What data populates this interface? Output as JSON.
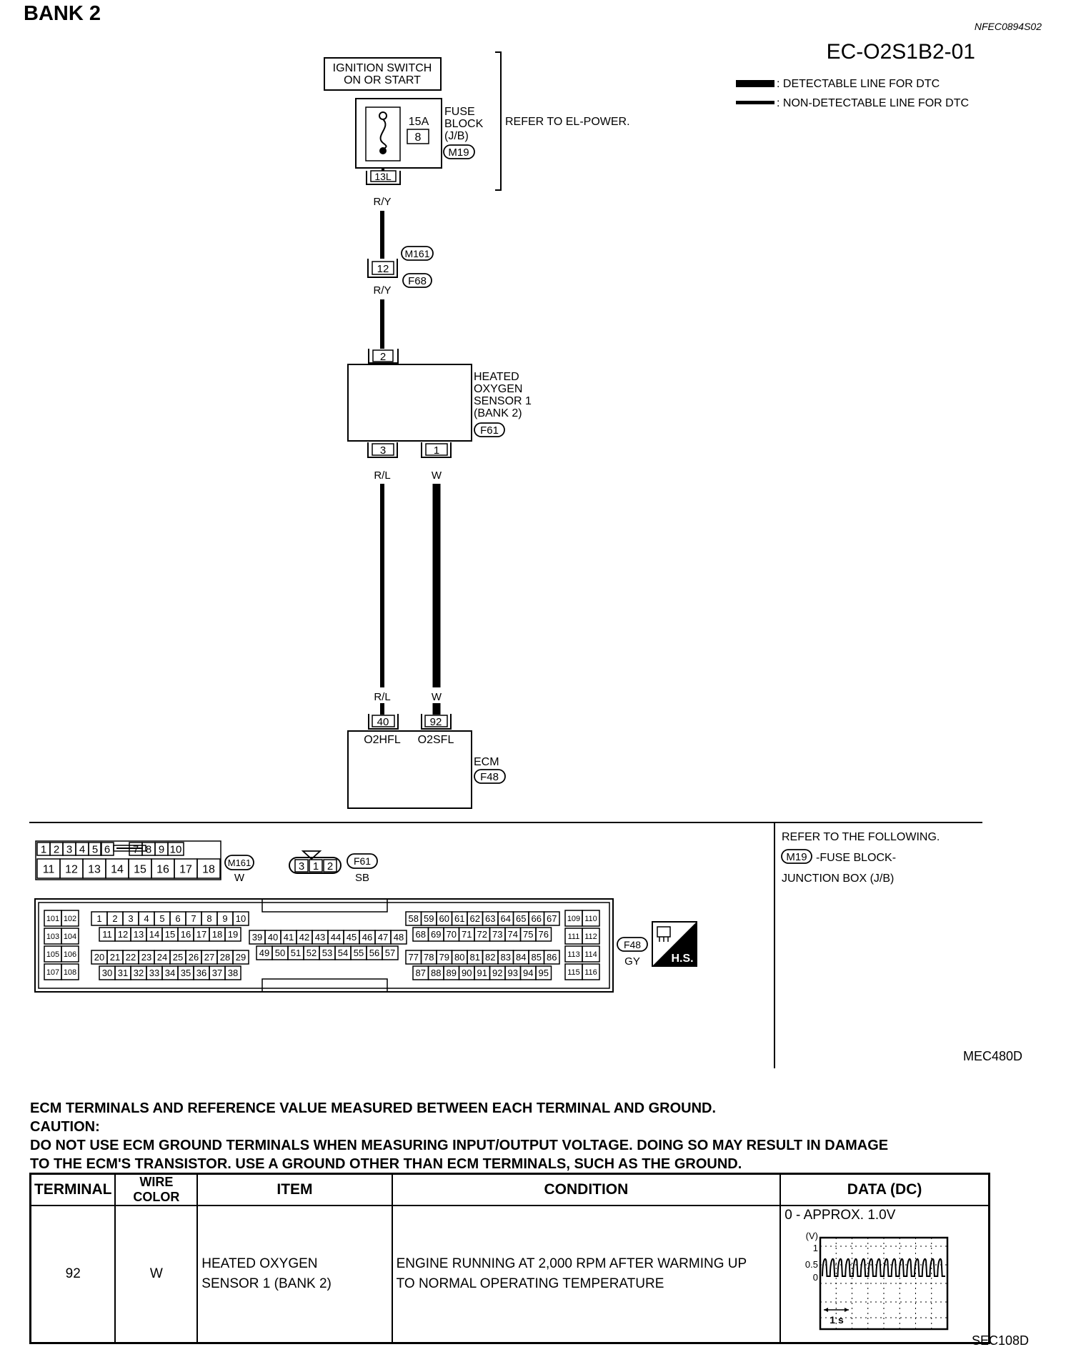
{
  "page_title": "BANK 2",
  "section_code": "NFEC0894S02",
  "diagram_id": "EC-O2S1B2-01",
  "legend": {
    "detectable": ": DETECTABLE LINE FOR DTC",
    "non_detectable": ": NON-DETECTABLE LINE FOR DTC"
  },
  "ignition": {
    "line1": "IGNITION SWITCH",
    "line2": "ON OR START"
  },
  "fuse": {
    "rating": "15A",
    "number": "8",
    "label_lines": [
      "FUSE",
      "BLOCK",
      "(J/B)"
    ],
    "connector": "M19",
    "terminal": "13L",
    "refer": "REFER TO EL-POWER."
  },
  "wires": {
    "fuse_out": "R/Y",
    "joint_out": "R/Y",
    "sensor3": "R/L",
    "sensor1": "W",
    "ecm40": "R/L",
    "ecm92": "W"
  },
  "joint": {
    "terminal": "12",
    "connector_top": "M161",
    "connector_bottom": "F68"
  },
  "sensor": {
    "label_lines": [
      "HEATED",
      "OXYGEN",
      "SENSOR 1",
      "(BANK 2)"
    ],
    "connector": "F61",
    "pin_top": "2",
    "pin_left": "3",
    "pin_right": "1"
  },
  "ecm": {
    "pin_left": "40",
    "pin_right": "92",
    "name_left": "O2HFL",
    "name_right": "O2SFL",
    "label": "ECM",
    "connector": "F48"
  },
  "connectors": {
    "m161": {
      "top_row": [
        "1",
        "2",
        "3",
        "4",
        "5",
        "6",
        "7",
        "8",
        "9",
        "10"
      ],
      "bottom_row": [
        "11",
        "12",
        "13",
        "14",
        "15",
        "16",
        "17",
        "18"
      ],
      "id": "M161",
      "color": "W"
    },
    "f61": {
      "pins": [
        "3",
        "1",
        "2"
      ],
      "id": "F61",
      "color": "SB"
    },
    "f48": {
      "id": "F48",
      "color": "GY",
      "left_col": [
        "101",
        "102",
        "103",
        "104",
        "105",
        "106",
        "107",
        "108"
      ],
      "right_col": [
        "109",
        "110",
        "111",
        "112",
        "113",
        "114",
        "115",
        "116"
      ],
      "blockA_r1": [
        "1",
        "2",
        "3",
        "4",
        "5",
        "6",
        "7",
        "8",
        "9",
        "10"
      ],
      "blockA_r2": [
        "11",
        "12",
        "13",
        "14",
        "15",
        "16",
        "17",
        "18",
        "19"
      ],
      "blockA_r3": [
        "20",
        "21",
        "22",
        "23",
        "24",
        "25",
        "26",
        "27",
        "28",
        "29"
      ],
      "blockA_r4": [
        "30",
        "31",
        "32",
        "33",
        "34",
        "35",
        "36",
        "37",
        "38"
      ],
      "blockB_r1": [
        "39",
        "40",
        "41",
        "42",
        "43",
        "44",
        "45",
        "46",
        "47",
        "48"
      ],
      "blockB_r2": [
        "49",
        "50",
        "51",
        "52",
        "53",
        "54",
        "55",
        "56",
        "57"
      ],
      "blockC_r1": [
        "58",
        "59",
        "60",
        "61",
        "62",
        "63",
        "64",
        "65",
        "66",
        "67"
      ],
      "blockC_r2": [
        "68",
        "69",
        "70",
        "71",
        "72",
        "73",
        "74",
        "75",
        "76"
      ],
      "blockC_r3": [
        "77",
        "78",
        "79",
        "80",
        "81",
        "82",
        "83",
        "84",
        "85",
        "86"
      ],
      "blockC_r4": [
        "87",
        "88",
        "89",
        "90",
        "91",
        "92",
        "93",
        "94",
        "95"
      ]
    },
    "hs_label": "H.S."
  },
  "refer_following": {
    "line1": "REFER TO THE FOLLOWING.",
    "connector": "M19",
    "line2": "-FUSE BLOCK-",
    "line3": "JUNCTION BOX (J/B)"
  },
  "figure_code_1": "MEC480D",
  "notes": [
    "ECM TERMINALS AND REFERENCE VALUE MEASURED BETWEEN EACH TERMINAL AND GROUND.",
    "CAUTION:",
    "DO NOT USE ECM GROUND TERMINALS WHEN MEASURING INPUT/OUTPUT VOLTAGE. DOING SO MAY RESULT IN DAMAGE",
    "TO THE ECM'S TRANSISTOR. USE A GROUND OTHER THAN ECM TERMINALS, SUCH AS THE GROUND."
  ],
  "table": {
    "headers": [
      "TERMINAL",
      "WIRE COLOR",
      "ITEM",
      "CONDITION",
      "DATA (DC)"
    ],
    "row": {
      "terminal": "92",
      "wire": "W",
      "item_l1": "HEATED OXYGEN",
      "item_l2": "SENSOR 1 (BANK 2)",
      "cond_l1": "ENGINE RUNNING AT 2,000 RPM AFTER WARMING UP",
      "cond_l2": "TO NORMAL OPERATING TEMPERATURE",
      "data": "0 - APPROX. 1.0V",
      "scope_unit": "(V)",
      "scope_ticks": [
        "1",
        "0.5",
        "0"
      ],
      "scope_time": "1 s"
    }
  },
  "figure_code_2": "SEC108D"
}
